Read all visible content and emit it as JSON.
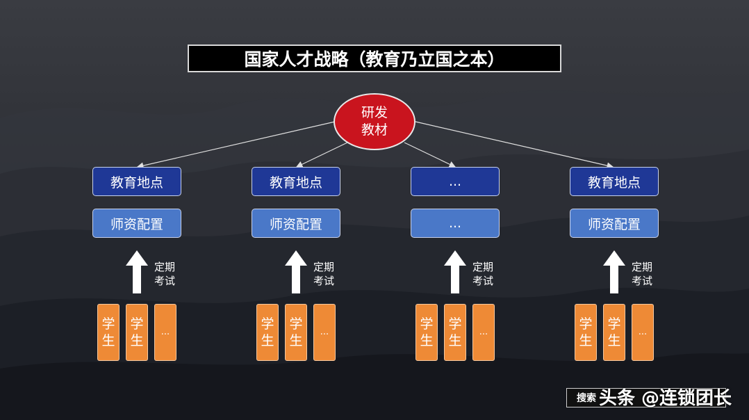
{
  "title": "国家人才战略（教育乃立国之本）",
  "root": {
    "line1": "研发",
    "line2": "教材"
  },
  "columns": [
    {
      "location": "教育地点",
      "teachers": "师资配置",
      "exam_line1": "定期",
      "exam_line2": "考试",
      "students": [
        {
          "a": "学",
          "b": "生"
        },
        {
          "a": "学",
          "b": "生"
        },
        {
          "a": "...",
          "b": ""
        }
      ]
    },
    {
      "location": "教育地点",
      "teachers": "师资配置",
      "exam_line1": "定期",
      "exam_line2": "考试",
      "students": [
        {
          "a": "学",
          "b": "生"
        },
        {
          "a": "学",
          "b": "生"
        },
        {
          "a": "...",
          "b": ""
        }
      ]
    },
    {
      "location": "...",
      "teachers": "...",
      "exam_line1": "定期",
      "exam_line2": "考试",
      "students": [
        {
          "a": "学",
          "b": "生"
        },
        {
          "a": "学",
          "b": "生"
        },
        {
          "a": "...",
          "b": ""
        }
      ]
    },
    {
      "location": "教育地点",
      "teachers": "师资配置",
      "exam_line1": "定期",
      "exam_line2": "考试",
      "students": [
        {
          "a": "学",
          "b": "生"
        },
        {
          "a": "学",
          "b": "生"
        },
        {
          "a": "...",
          "b": ""
        }
      ]
    }
  ],
  "watermark": {
    "search_box": "搜索",
    "handle": "头条 @连锁团长"
  },
  "colors": {
    "root": "#c9141e",
    "location": "#1f3896",
    "teachers": "#4a78c8",
    "student": "#ee8a36"
  },
  "icons": {
    "exam_arrow": "up-arrow-icon"
  }
}
